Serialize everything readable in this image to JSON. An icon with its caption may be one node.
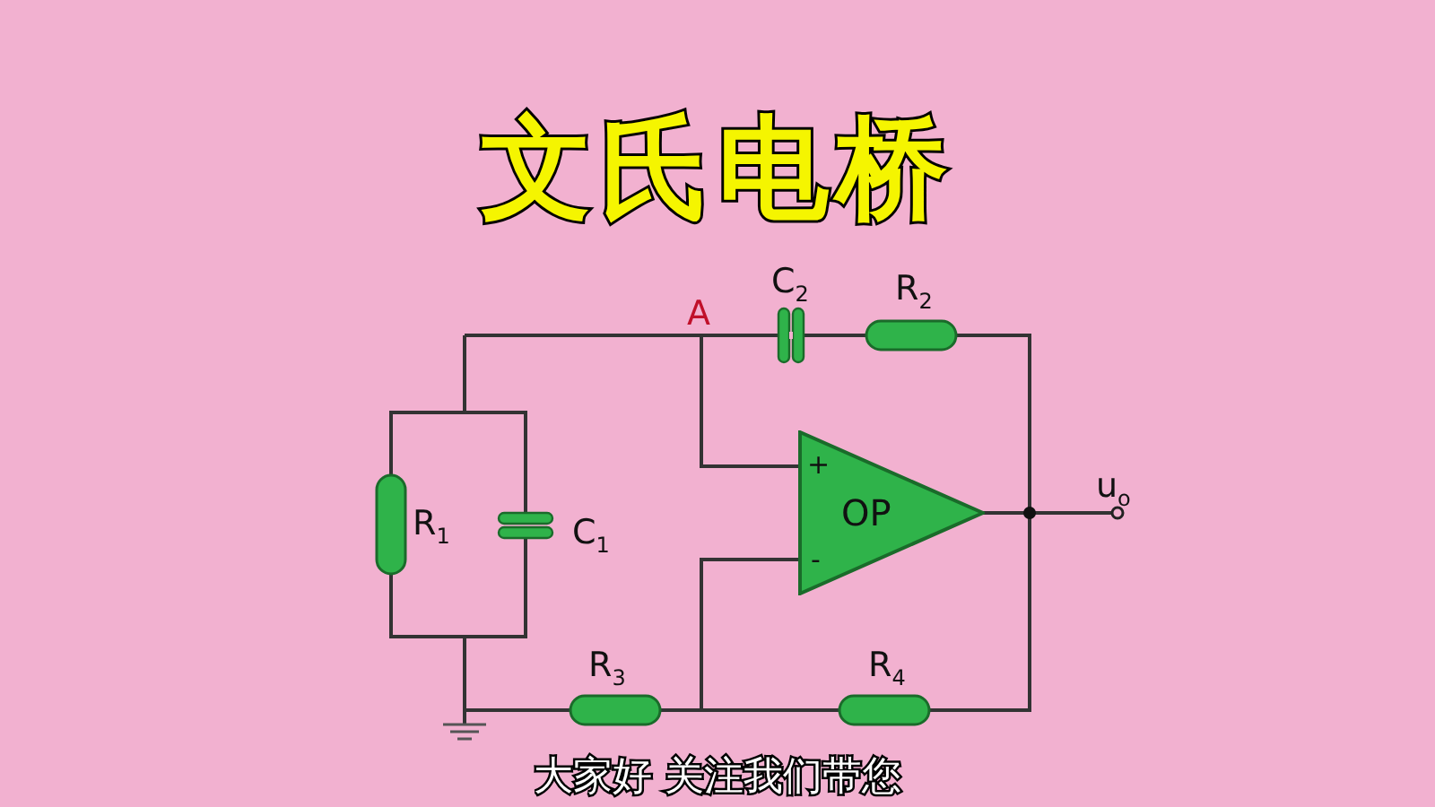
{
  "diagram": {
    "title": "文氏电桥",
    "caption": "大家好 关注我们带您",
    "nodes": [
      {
        "text": [
          "OP"
        ]
      }
    ],
    "labels": [
      "A",
      "C$_{2}$",
      "R$_{2}$",
      "+",
      "u$_{o}$",
      "R$_{1}$",
      "C$_{1}$",
      "-",
      "R$_{3}$",
      "R$_{4}$"
    ]
  }
}
